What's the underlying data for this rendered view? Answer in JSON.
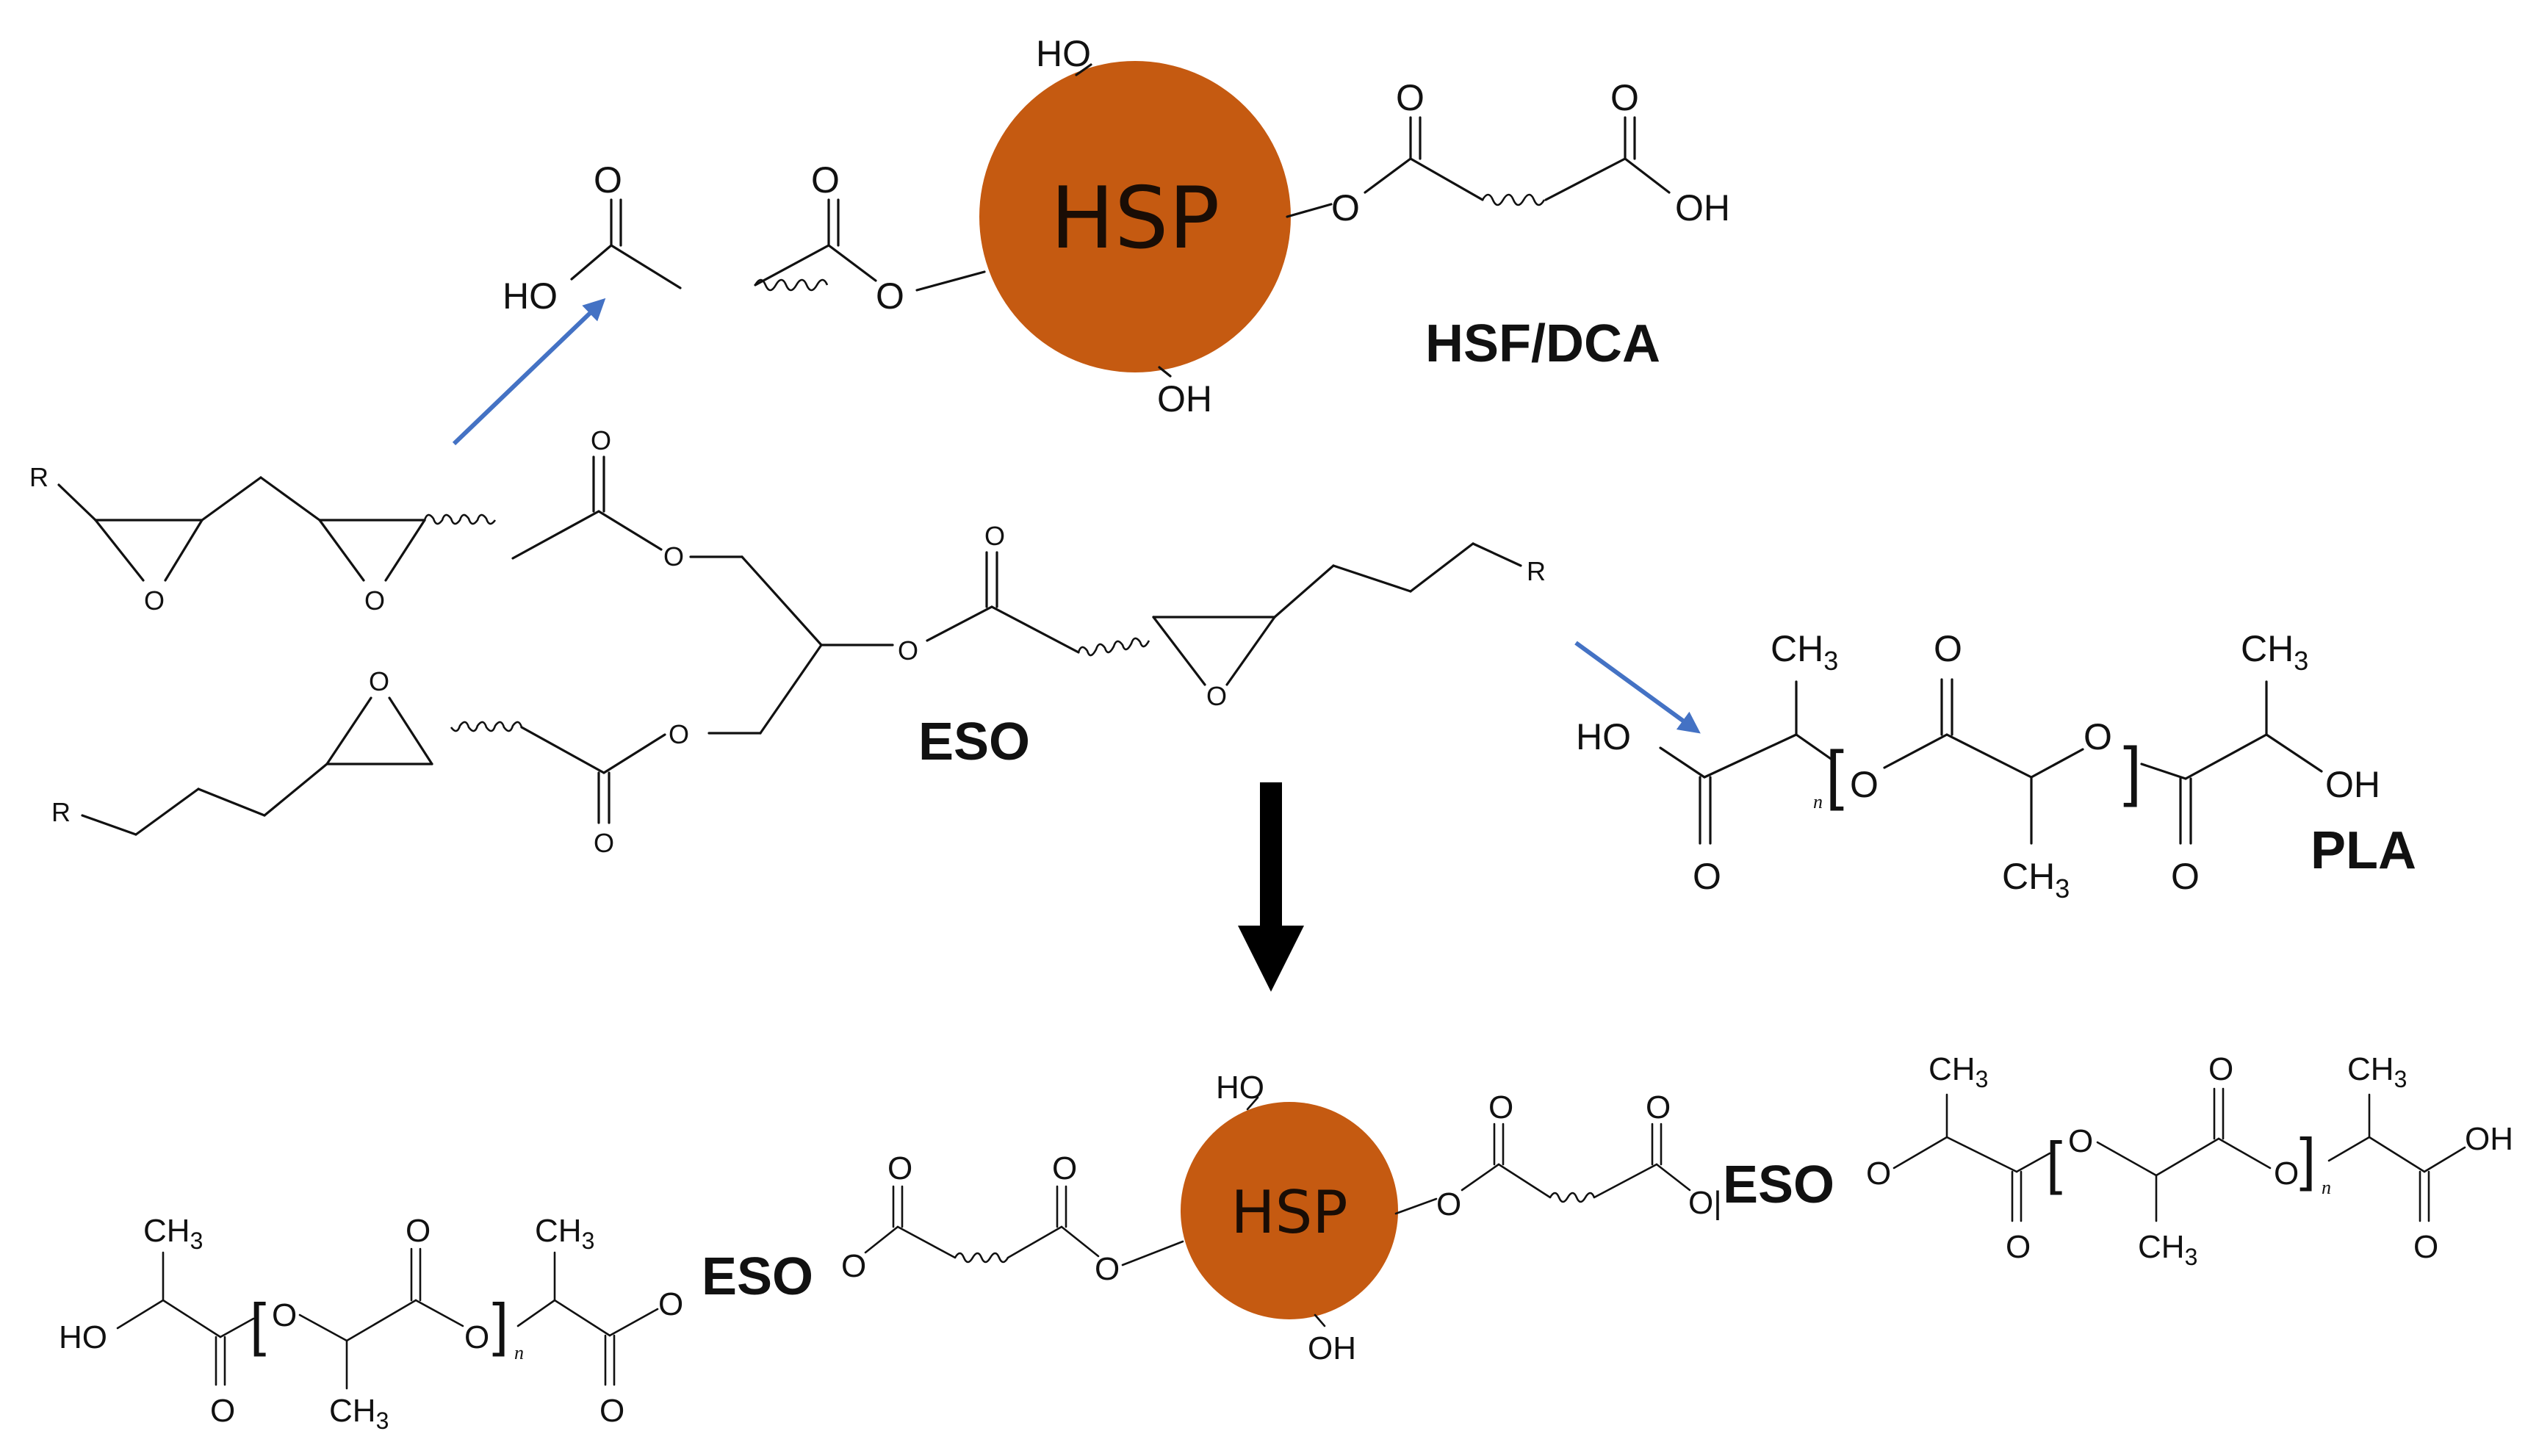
{
  "colors": {
    "particle_fill": "#C55A11",
    "reaction_arrow": "#4472C4",
    "main_arrow": "#000000"
  },
  "labels": {
    "hsf_dca": "HSF/DCA",
    "eso": "ESO",
    "pla": "PLA",
    "particle": "HSP",
    "product_linker": "ESO"
  },
  "atoms": {
    "hydroxyl_left": "HO",
    "hydroxyl_right": "OH",
    "oxygen": "O",
    "r_group": "R",
    "methyl": "CH",
    "methyl_sub": "3",
    "repeat_index": "n",
    "bracket_open": "[",
    "bracket_close": "]",
    "partial_oxygen": "O|"
  }
}
